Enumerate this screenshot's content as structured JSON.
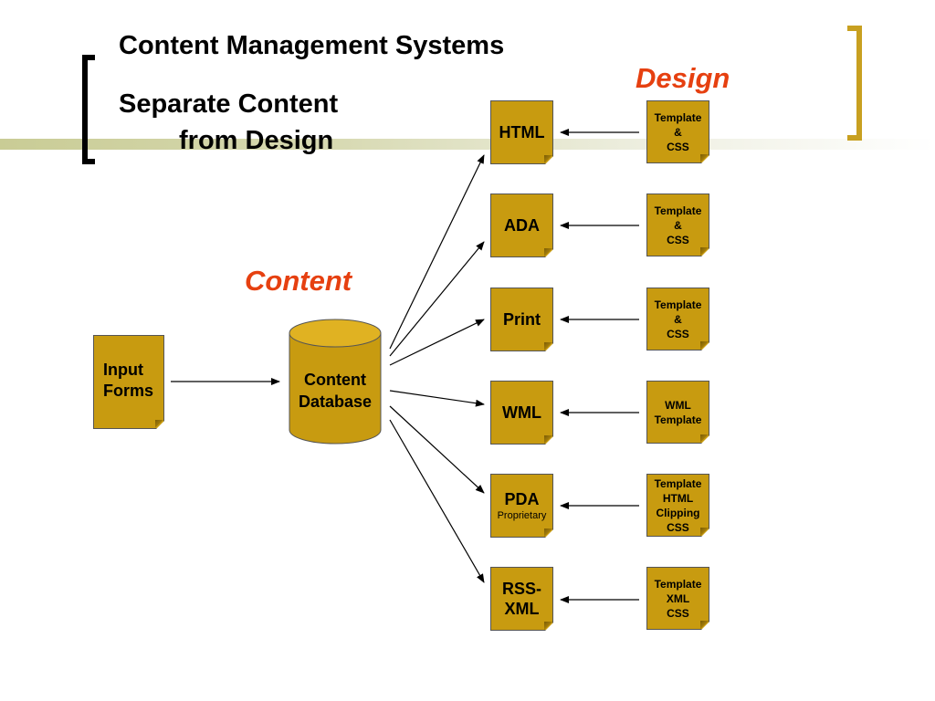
{
  "slide": {
    "title": "Content Management Systems",
    "subtitle_line1": "Separate Content",
    "subtitle_line2": "from Design",
    "design_label": "Design",
    "content_label": "Content"
  },
  "input_forms": {
    "text": "Input\nForms"
  },
  "database": {
    "text": "Content\nDatabase"
  },
  "outputs": [
    {
      "label": "HTML",
      "sublabel": ""
    },
    {
      "label": "ADA",
      "sublabel": ""
    },
    {
      "label": "Print",
      "sublabel": ""
    },
    {
      "label": "WML",
      "sublabel": ""
    },
    {
      "label": "PDA",
      "sublabel": "Proprietary"
    },
    {
      "label": "RSS-\nXML",
      "sublabel": ""
    }
  ],
  "templates": [
    {
      "text": "Template\n&\nCSS"
    },
    {
      "text": "Template\n&\nCSS"
    },
    {
      "text": "Template\n&\nCSS"
    },
    {
      "text": "WML\nTemplate"
    },
    {
      "text": "Template\nHTML\nClipping\nCSS"
    },
    {
      "text": "Template\nXML\nCSS"
    }
  ],
  "colors": {
    "box_fill": "#c89b10",
    "accent_red": "#e64010",
    "bracket_gold": "#c8a020"
  }
}
